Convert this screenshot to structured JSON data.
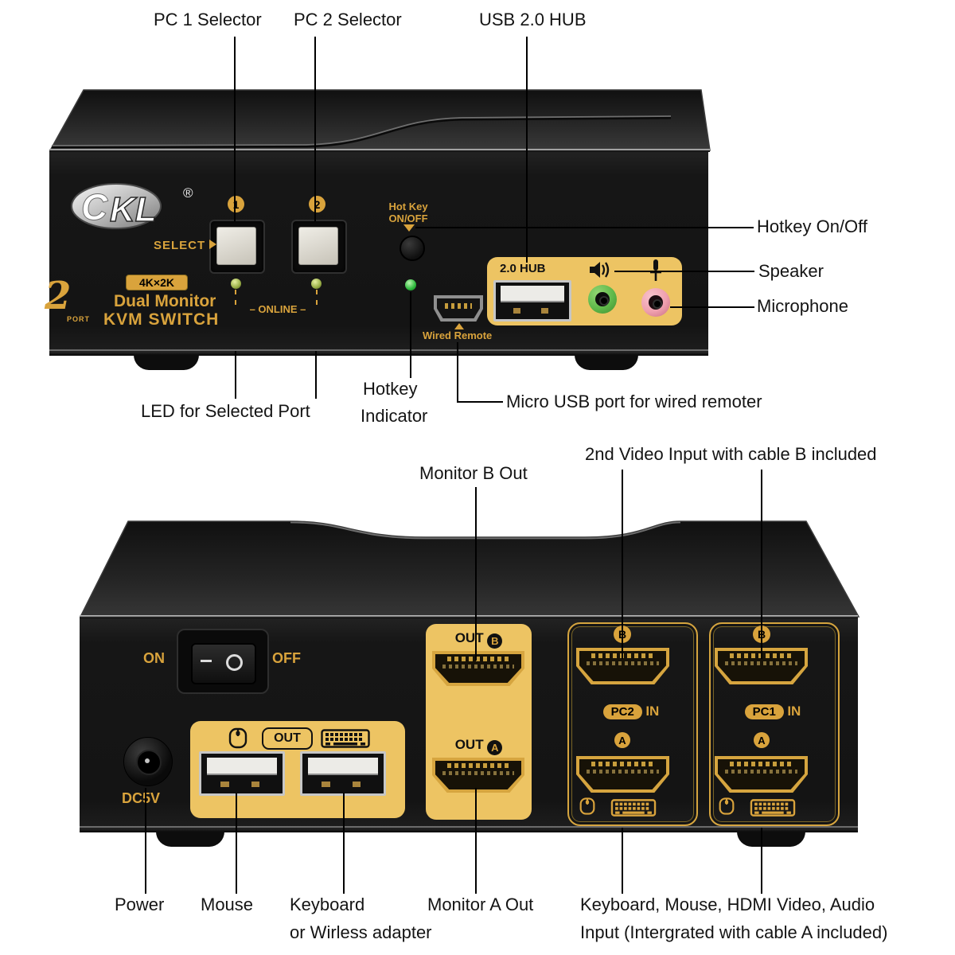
{
  "callouts": {
    "pc1_selector": "PC 1 Selector",
    "pc2_selector": "PC 2 Selector",
    "usb_hub": "USB 2.0 HUB",
    "hotkey_on_off": "Hotkey On/Off",
    "speaker": "Speaker",
    "microphone": "Microphone",
    "led_selected_port": "LED for Selected Port",
    "hotkey_indicator_1": "Hotkey",
    "hotkey_indicator_2": "Indicator",
    "micro_usb": "Micro USB port for wired remoter",
    "monitor_b_out": "Monitor B Out",
    "second_video_input": "2nd Video Input with cable B included",
    "monitor_a_out": "Monitor A Out",
    "power": "Power",
    "mouse": "Mouse",
    "keyboard_1": "Keyboard",
    "keyboard_2": "or Wirless adapter",
    "pc_input_1": "Keyboard, Mouse, HDMI Video, Audio",
    "pc_input_2": "Input (Intergrated with cable A included)"
  },
  "front": {
    "brand": "CKL",
    "brand_reg": "®",
    "select": "SELECT",
    "port1": "1",
    "port2": "2",
    "online": "– ONLINE –",
    "badge_4k": "4K×2K",
    "tagline_1": "Dual Monitor",
    "tagline_2": "KVM SWITCH",
    "port_count": "2",
    "port_word": "PORT",
    "hotkey_1": "Hot Key",
    "hotkey_2": "ON/OFF",
    "wired_remote": "Wired Remote",
    "hub": "2.0 HUB"
  },
  "back": {
    "on": "ON",
    "off": "OFF",
    "dc": "DC5V",
    "out": "OUT",
    "out_b": "OUT",
    "out_a": "OUT",
    "b1": "B",
    "a1": "A",
    "b2": "B",
    "a2": "A",
    "b3": "B",
    "a3": "A",
    "pc2": "PC2",
    "pc1": "PC1",
    "in2": "IN",
    "in1": "IN"
  },
  "colors": {
    "gold": "#d9a33c",
    "panel_yellow": "#edc463",
    "led_green": "#97ad45",
    "hotkey_led_green": "#2db83c",
    "jack_green": "#5fb84a",
    "jack_pink": "#ef9fae"
  }
}
